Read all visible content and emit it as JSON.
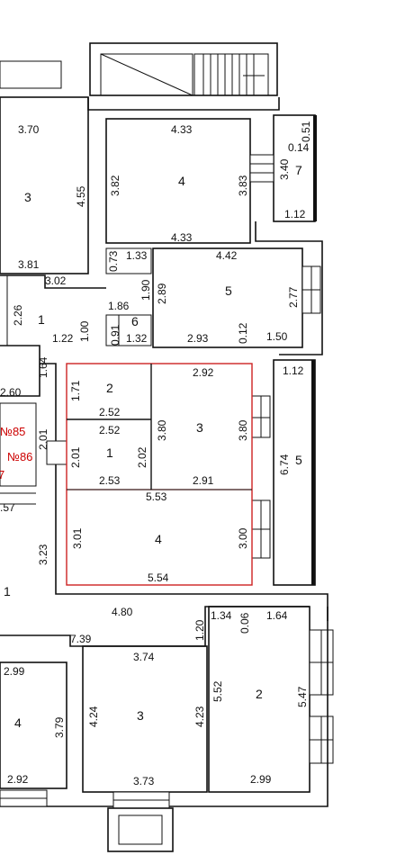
{
  "markers": [
    "№85",
    "№86",
    "7"
  ],
  "rooms": [
    "3",
    "4",
    "7",
    "5",
    "1",
    "6",
    "2",
    "3",
    "1",
    "4",
    "5",
    "1",
    "4",
    "3",
    "2"
  ],
  "dims": [
    "3.70",
    "4.55",
    "3.81",
    "3.02",
    "4.33",
    "3.82",
    "3.83",
    "4.33",
    "0.51",
    "0.14",
    "3.40",
    "1.12",
    "0.73",
    "1.33",
    "1.90",
    "2.89",
    "4.42",
    "2.77",
    "1.86",
    "1.00",
    "0.91",
    "1.32",
    "2.93",
    "0.12",
    "1.50",
    "2.26",
    "1.22",
    "1.64",
    "2.60",
    "2.01",
    ".57",
    "1.71",
    "2.52",
    "2.52",
    "2.01",
    "2.02",
    "2.53",
    "2.92",
    "3.80",
    "3.80",
    "2.91",
    "1.12",
    "6.74",
    "5.53",
    "3.01",
    "3.00",
    "5.54",
    "3.23",
    "4.80",
    "1.20",
    "1.34",
    "0.06",
    "1.64",
    "7.39",
    "3.74",
    "2.99",
    "4.24",
    "4.23",
    "5.52",
    "5.47",
    "3.79",
    "2.92",
    "3.73",
    "2.99"
  ],
  "colors": {
    "walls": "#111111",
    "highlight": "#cc2222",
    "marker": "#cc0000",
    "background": "#ffffff"
  }
}
